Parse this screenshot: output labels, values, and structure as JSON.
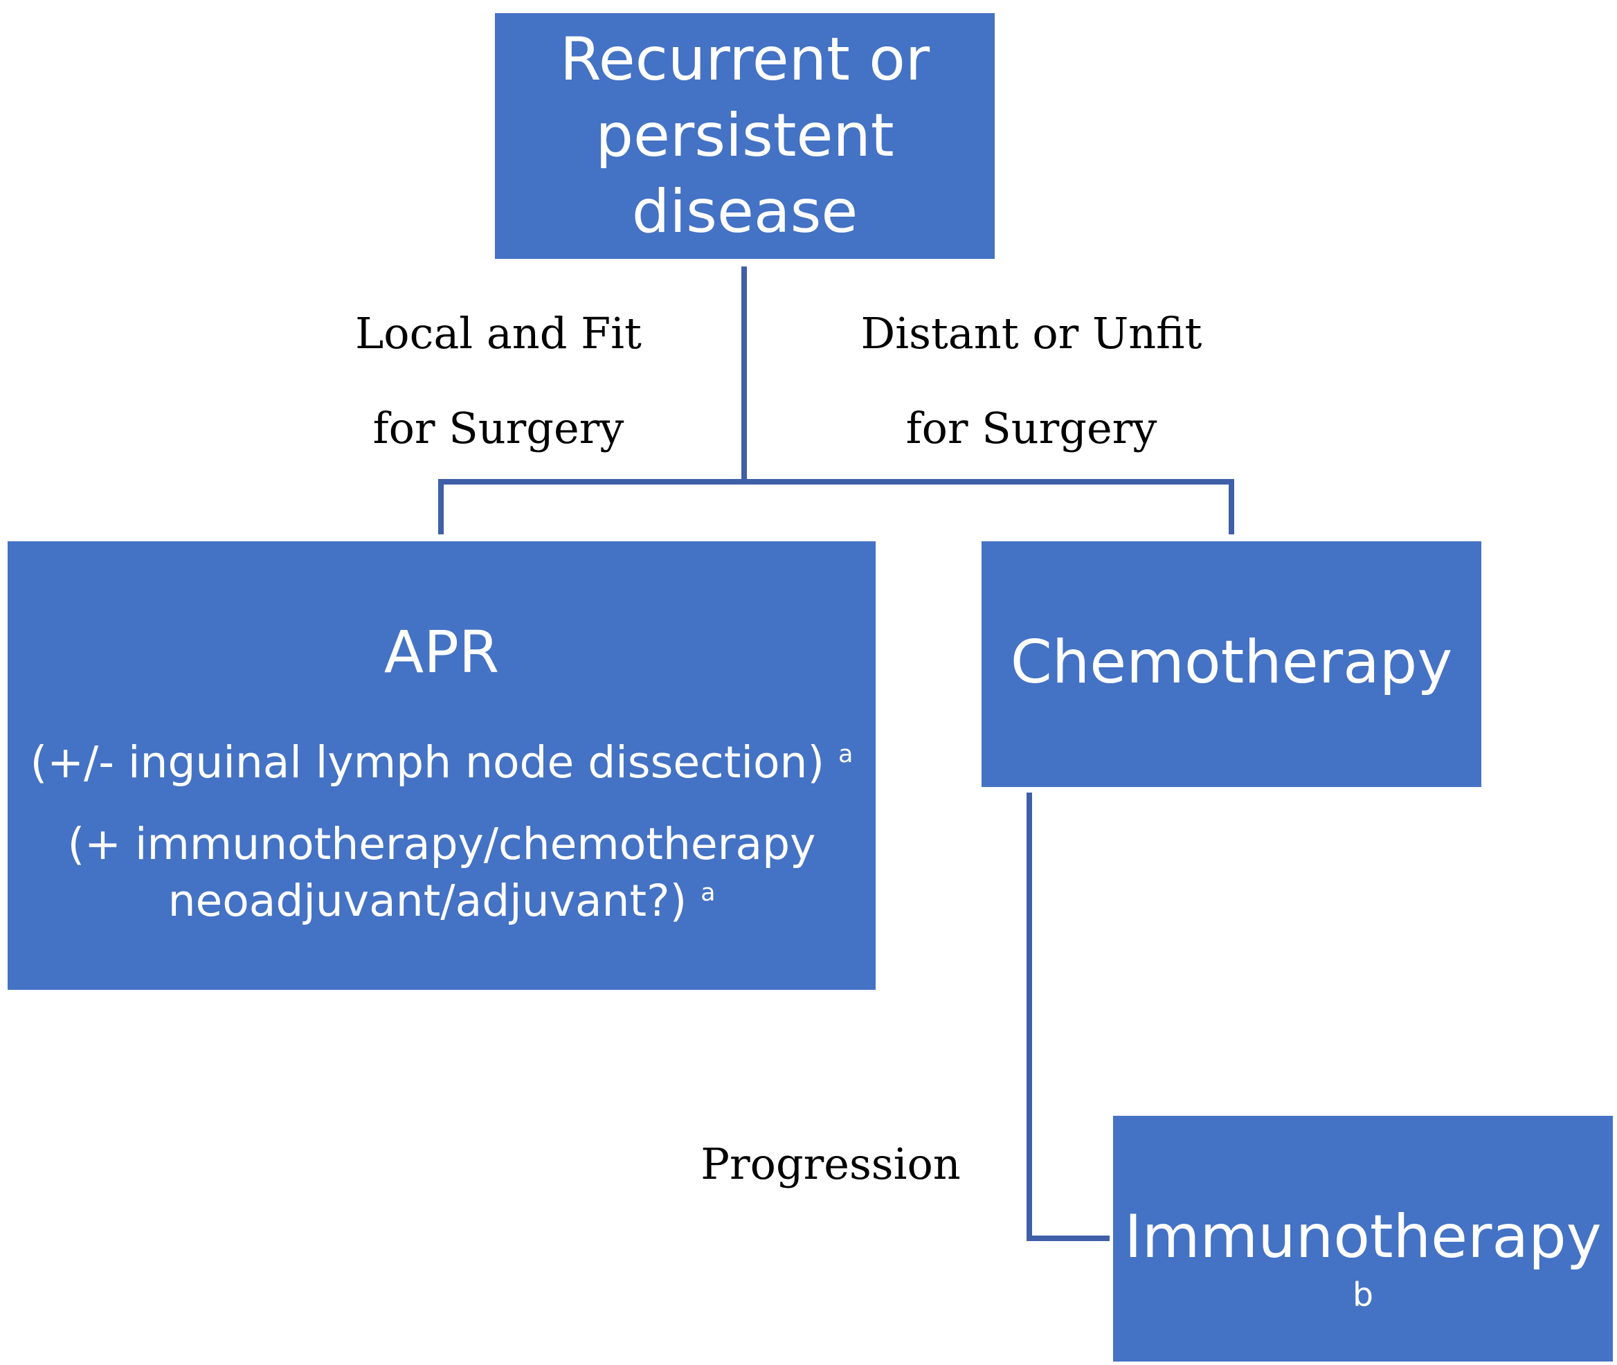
{
  "nodes": {
    "root": {
      "lines": [
        "Recurrent or",
        "persistent",
        "disease"
      ]
    },
    "apr": {
      "title": "APR",
      "line1": "(+/- inguinal lymph node dissection)",
      "line1_sup": "a",
      "line2": "(+ immunotherapy/chemotherapy",
      "line3": "neoadjuvant/adjuvant?)",
      "line3_sup": "a"
    },
    "chemo": {
      "title": "Chemotherapy"
    },
    "immuno": {
      "title": "Immunotherapy",
      "sup": "b"
    }
  },
  "edges": {
    "left": {
      "line1": "Local and Fit",
      "line2": "for Surgery"
    },
    "right": {
      "line1": "Distant or Unfit",
      "line2": "for Surgery"
    },
    "progression": "Progression"
  },
  "colors": {
    "box": "#4472C4",
    "connector": "#3F5FA8",
    "box_text": "#ffffff"
  }
}
